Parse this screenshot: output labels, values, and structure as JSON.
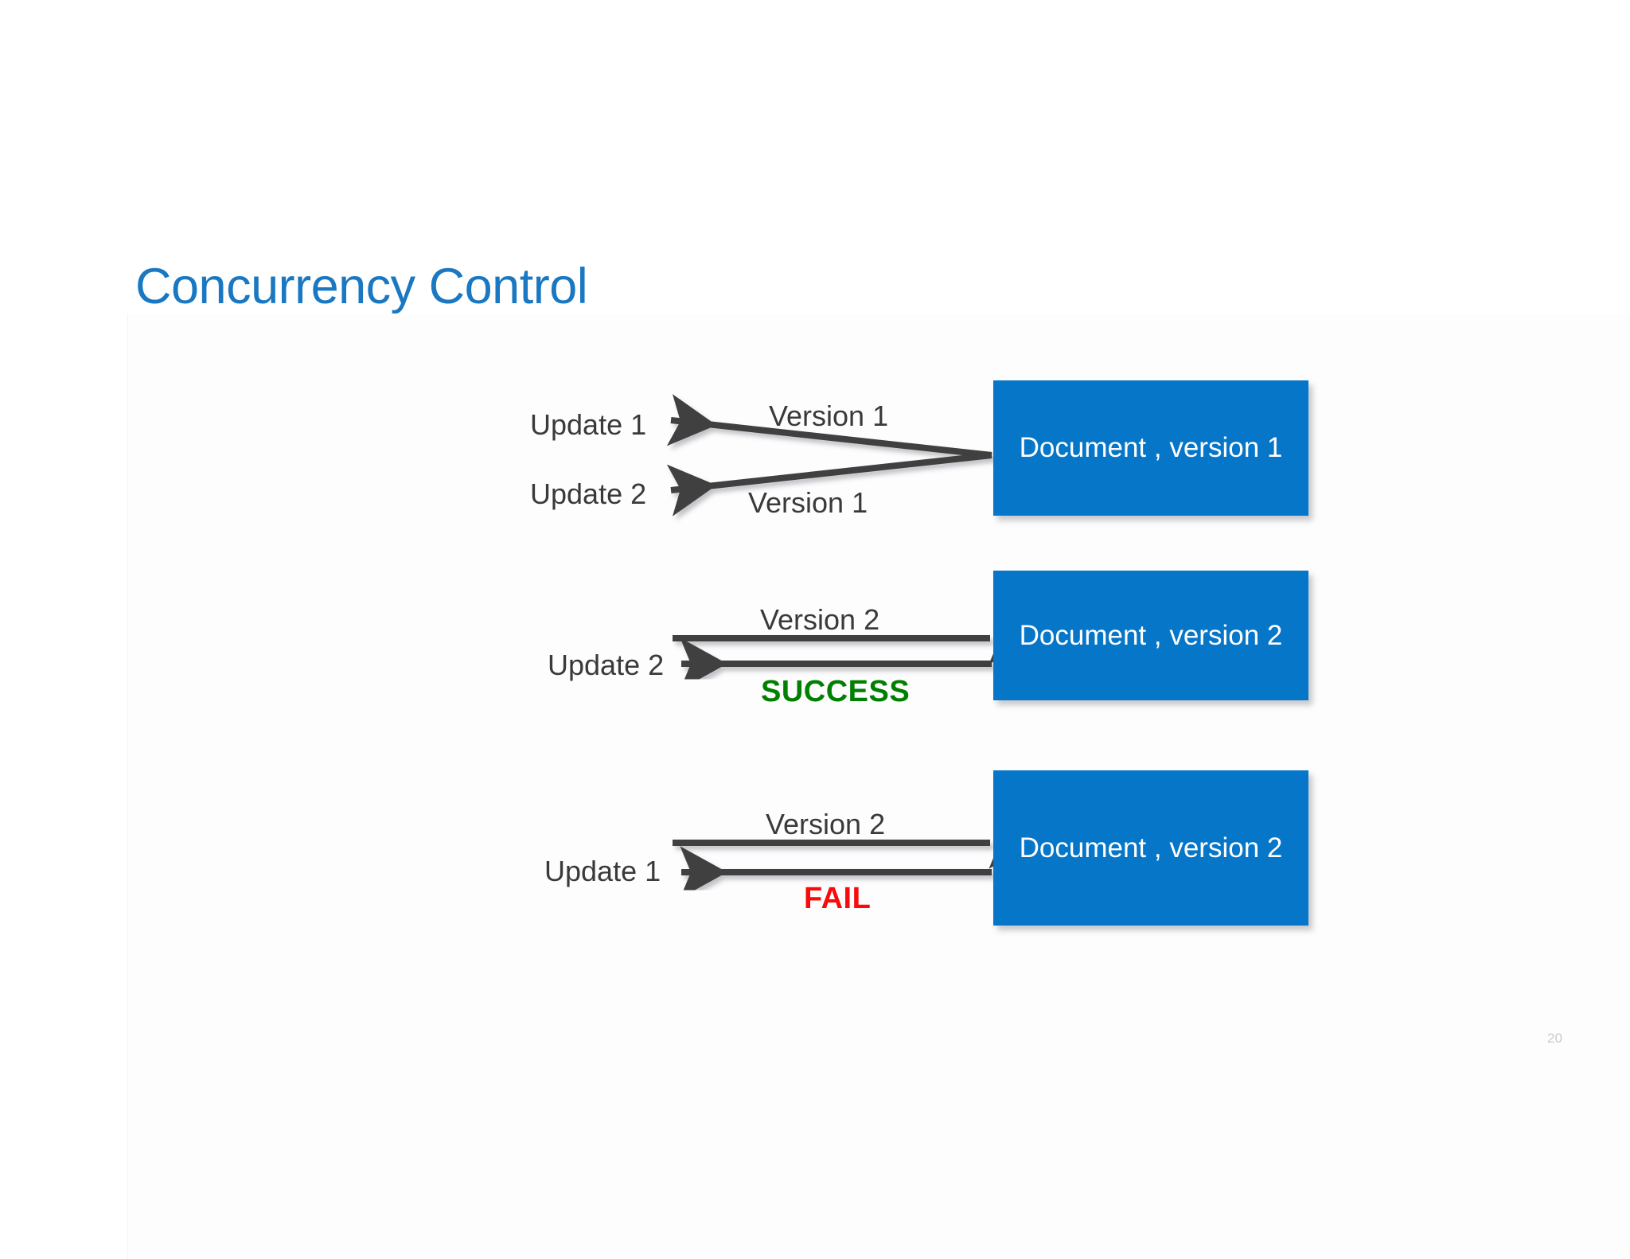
{
  "slide": {
    "title": "Concurrency Control",
    "page_number": "20",
    "title_color": "#1a78c2",
    "box_color": "#0676c8",
    "arrow_color": "#3f3f3f",
    "success_color": "#008000",
    "fail_color": "#fa0a0a"
  },
  "groups": [
    {
      "name": "initial-read",
      "box_label": "Document , version 1",
      "actors": [
        "Update 1",
        "Update 2"
      ],
      "edge_labels": [
        "Version 1",
        "Version 1"
      ],
      "status": null
    },
    {
      "name": "successful-write",
      "box_label": "Document , version 2",
      "actors": [
        "Update 2"
      ],
      "edge_labels": [
        "Version 2"
      ],
      "status": "SUCCESS"
    },
    {
      "name": "failed-write",
      "box_label": "Document , version 2",
      "actors": [
        "Update 1"
      ],
      "edge_labels": [
        "Version 2"
      ],
      "status": "FAIL"
    }
  ]
}
